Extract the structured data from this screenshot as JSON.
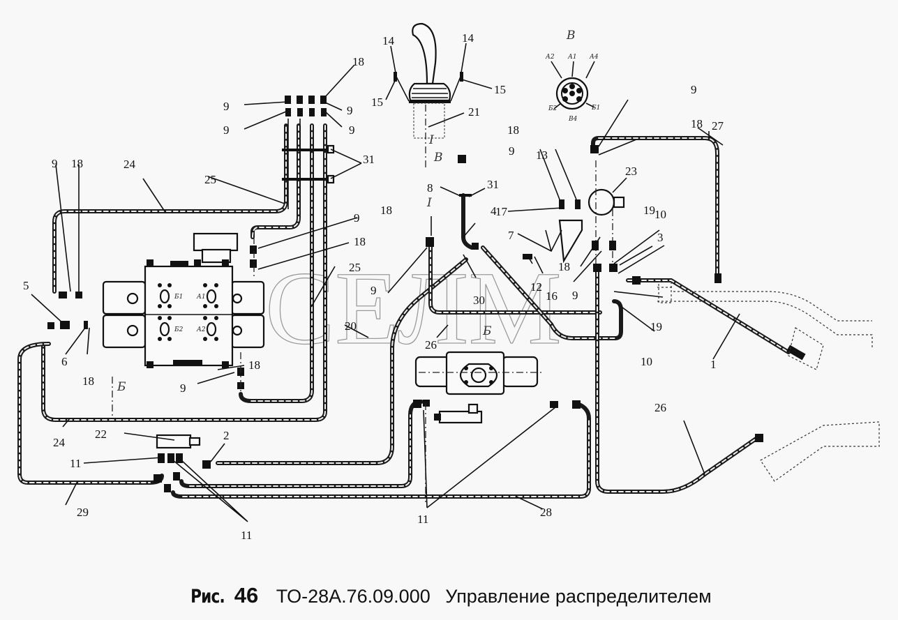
{
  "caption": {
    "figure_prefix": "Рис.",
    "figure_number": "46",
    "drawing_code": "ТО-28А.76.09.000",
    "title": "Управление распределителем"
  },
  "watermark": "СЕЛМ",
  "view_labels": {
    "view_b_upper": "В",
    "view_b_top": "В",
    "section_b": "Б",
    "section_b_left": "Б",
    "section_i": "I",
    "section_i2": "I"
  },
  "connector_pin_labels": [
    "А2",
    "А1",
    "Б2",
    "Б1",
    "А4",
    "В4"
  ],
  "valve_port_labels": [
    "Б1",
    "А1",
    "Б2",
    "А2"
  ],
  "callouts": {
    "c1": "1",
    "c2": "2",
    "c3": "3",
    "c4": "4",
    "c5": "5",
    "c6": "6",
    "c7": "7",
    "c8": "8",
    "c9a": "9",
    "c9b": "9",
    "c9c": "9",
    "c9d": "9",
    "c9e": "9",
    "c9f": "9",
    "c9g": "9",
    "c9h": "9",
    "c9i": "9",
    "c9j": "9",
    "c10a": "10",
    "c10b": "10",
    "c11a": "11",
    "c11b": "11",
    "c11c": "11",
    "c12": "12",
    "c13": "13",
    "c14a": "14",
    "c14b": "14",
    "c15a": "15",
    "c15b": "15",
    "c16": "16",
    "c17": "17",
    "c18a": "18",
    "c18b": "18",
    "c18c": "18",
    "c18d": "18",
    "c18e": "18",
    "c18f": "18",
    "c18g": "18",
    "c18h": "18",
    "c18i": "18",
    "c19a": "19",
    "c19b": "19",
    "c20": "20",
    "c21": "21",
    "c22": "22",
    "c23": "23",
    "c24a": "24",
    "c24b": "24",
    "c25a": "25",
    "c25b": "25",
    "c26a": "26",
    "c26b": "26",
    "c27": "27",
    "c28": "28",
    "c29": "29",
    "c30": "30",
    "c31a": "31",
    "c31b": "31"
  }
}
